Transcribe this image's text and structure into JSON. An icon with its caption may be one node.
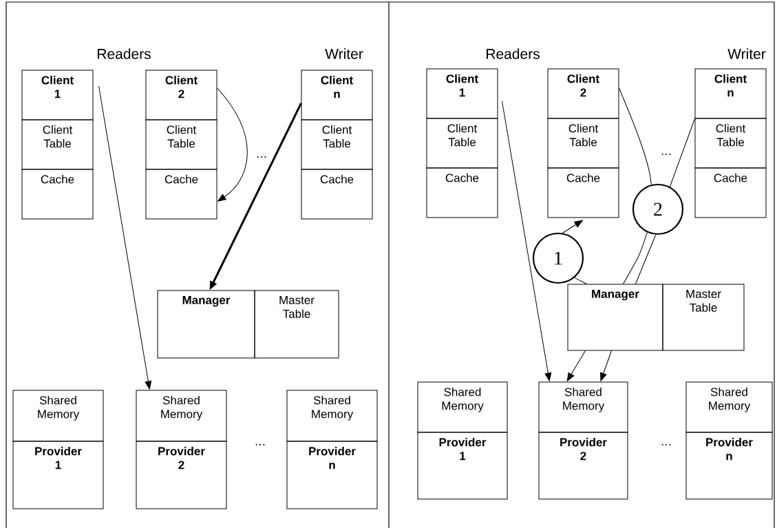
{
  "diagram": {
    "nodes": [
      {
        "text": [
          "Client 1"
        ]
      },
      {
        "text": [
          "Client Table"
        ]
      },
      {
        "text": [
          "Cache"
        ]
      },
      {
        "text": [
          "Client 2"
        ]
      },
      {
        "text": [
          "Client Table"
        ]
      },
      {
        "text": [
          "Cache"
        ]
      },
      {
        "text": [
          "Client n"
        ]
      },
      {
        "text": [
          "Client Table"
        ]
      },
      {
        "text": [
          "Cache"
        ]
      },
      {
        "text": [
          "Manager"
        ]
      },
      {
        "text": [
          "Master Table"
        ]
      },
      {
        "text": [
          "Shared Memory"
        ]
      },
      {
        "text": [
          "Provider 1"
        ]
      },
      {
        "text": [
          "Shared Memory"
        ]
      },
      {
        "text": [
          "Provider 2"
        ]
      },
      {
        "text": [
          "Shared Memory"
        ]
      },
      {
        "text": [
          "Provider n"
        ]
      },
      {
        "text": [
          "Client 1"
        ]
      },
      {
        "text": [
          "Client Table"
        ]
      },
      {
        "text": [
          "Cache"
        ]
      },
      {
        "text": [
          "Client 2"
        ]
      },
      {
        "text": [
          "Client Table"
        ]
      },
      {
        "text": [
          "Cache"
        ]
      },
      {
        "text": [
          "Client n"
        ]
      },
      {
        "text": [
          "Client Table"
        ]
      },
      {
        "text": [
          "Cache"
        ]
      },
      {
        "text": [
          "Manager"
        ]
      },
      {
        "text": [
          "Master Table"
        ]
      },
      {
        "text": [
          "Shared Memory"
        ]
      },
      {
        "text": [
          "Provider 1"
        ]
      },
      {
        "text": [
          "Shared Memory"
        ]
      },
      {
        "text": [
          "Provider 2"
        ]
      },
      {
        "text": [
          "Shared Memory"
        ]
      },
      {
        "text": [
          "Provider n"
        ]
      },
      {
        "text": [
          "1"
        ]
      },
      {
        "text": [
          "2"
        ]
      }
    ],
    "edges": [
      {
        "from": 0,
        "to": 13,
        "arrow": "to"
      },
      {
        "from": 3,
        "to": 5,
        "arrow": "to"
      },
      {
        "from": 6,
        "to": 9,
        "arrow": "to",
        "style": "thick"
      },
      {
        "from": 17,
        "to": 30,
        "arrow": "to"
      },
      {
        "from": 26,
        "to": 34,
        "arrow": "none"
      },
      {
        "from": 34,
        "to": 22,
        "arrow": "to"
      },
      {
        "from": 20,
        "to": 35,
        "arrow": "none"
      },
      {
        "from": 23,
        "to": 35,
        "arrow": "none"
      },
      {
        "from": 35,
        "to": 26,
        "arrow": "none"
      },
      {
        "from": 35,
        "to": 26,
        "arrow": "none"
      },
      {
        "from": 26,
        "to": 30,
        "arrow": "to"
      },
      {
        "from": 26,
        "to": 30,
        "arrow": "to"
      }
    ],
    "labels": [
      "Readers",
      "Writer",
      "…",
      "…",
      "Readers",
      "Writer",
      "…",
      "…"
    ]
  }
}
